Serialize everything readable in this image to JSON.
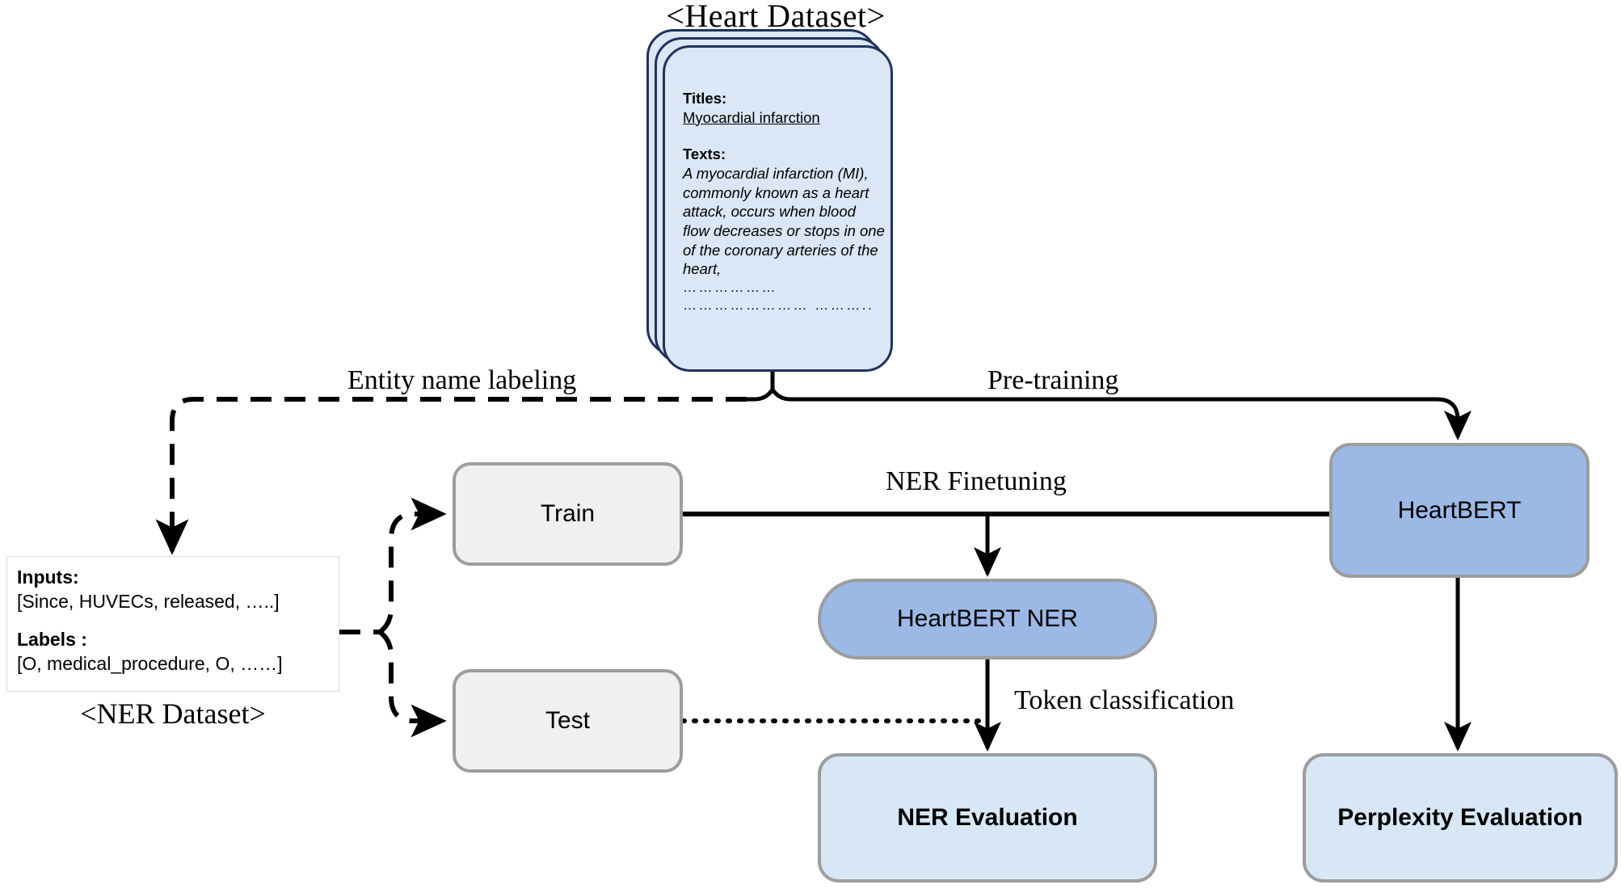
{
  "diagram": {
    "title_top": "<Heart Dataset>",
    "title_ner": "<NER Dataset>"
  },
  "heart_dataset_card": {
    "titles_key": "Titles:",
    "titles_value": "Myocardial infarction",
    "texts_key": "Texts:",
    "texts_value": "A myocardial infarction (MI), commonly known as a heart attack, occurs when blood flow decreases or stops in one of the coronary arteries of the heart,",
    "ellipsis_line_1": "………………",
    "ellipsis_line_2": "…………………… ………..",
    "fill_color": "#dbe7f6",
    "border_color": "#20325c",
    "stack_count": 3
  },
  "ner_dataset_card": {
    "inputs_key": "Inputs:",
    "inputs_value": "[Since, HUVECs, released, …..]",
    "labels_key": "Labels :",
    "labels_value": "[O, medical_procedure, O, ……]",
    "fill_color": "#ffffff",
    "border_color": "#d8d8d8"
  },
  "nodes": {
    "train": {
      "label": "Train",
      "fill": "#f0f0f0",
      "border": "#9d9d9d"
    },
    "test": {
      "label": "Test",
      "fill": "#f0f0f0",
      "border": "#9d9d9d"
    },
    "heartbert": {
      "label": "HeartBERT",
      "fill": "#9cb9e6",
      "border": "#9d9d9d"
    },
    "heartbert_ner": {
      "label": "HeartBERT NER",
      "fill": "#9cb9e6",
      "border": "#9d9d9d"
    },
    "ner_evaluation": {
      "label": "NER Evaluation",
      "fill": "#d7e7f5",
      "border": "#9d9d9d"
    },
    "perplexity_evaluation": {
      "label": "Perplexity Evaluation",
      "fill": "#d7e7f5",
      "border": "#9d9d9d"
    }
  },
  "edges": {
    "entity_name_labeling": {
      "label": "Entity name labeling",
      "style": "dashed"
    },
    "pre_training": {
      "label": "Pre-training",
      "style": "solid"
    },
    "ner_finetuning": {
      "label": "NER Finetuning",
      "style": "solid"
    },
    "token_classification": {
      "label": "Token classification",
      "style": "dotted"
    }
  }
}
